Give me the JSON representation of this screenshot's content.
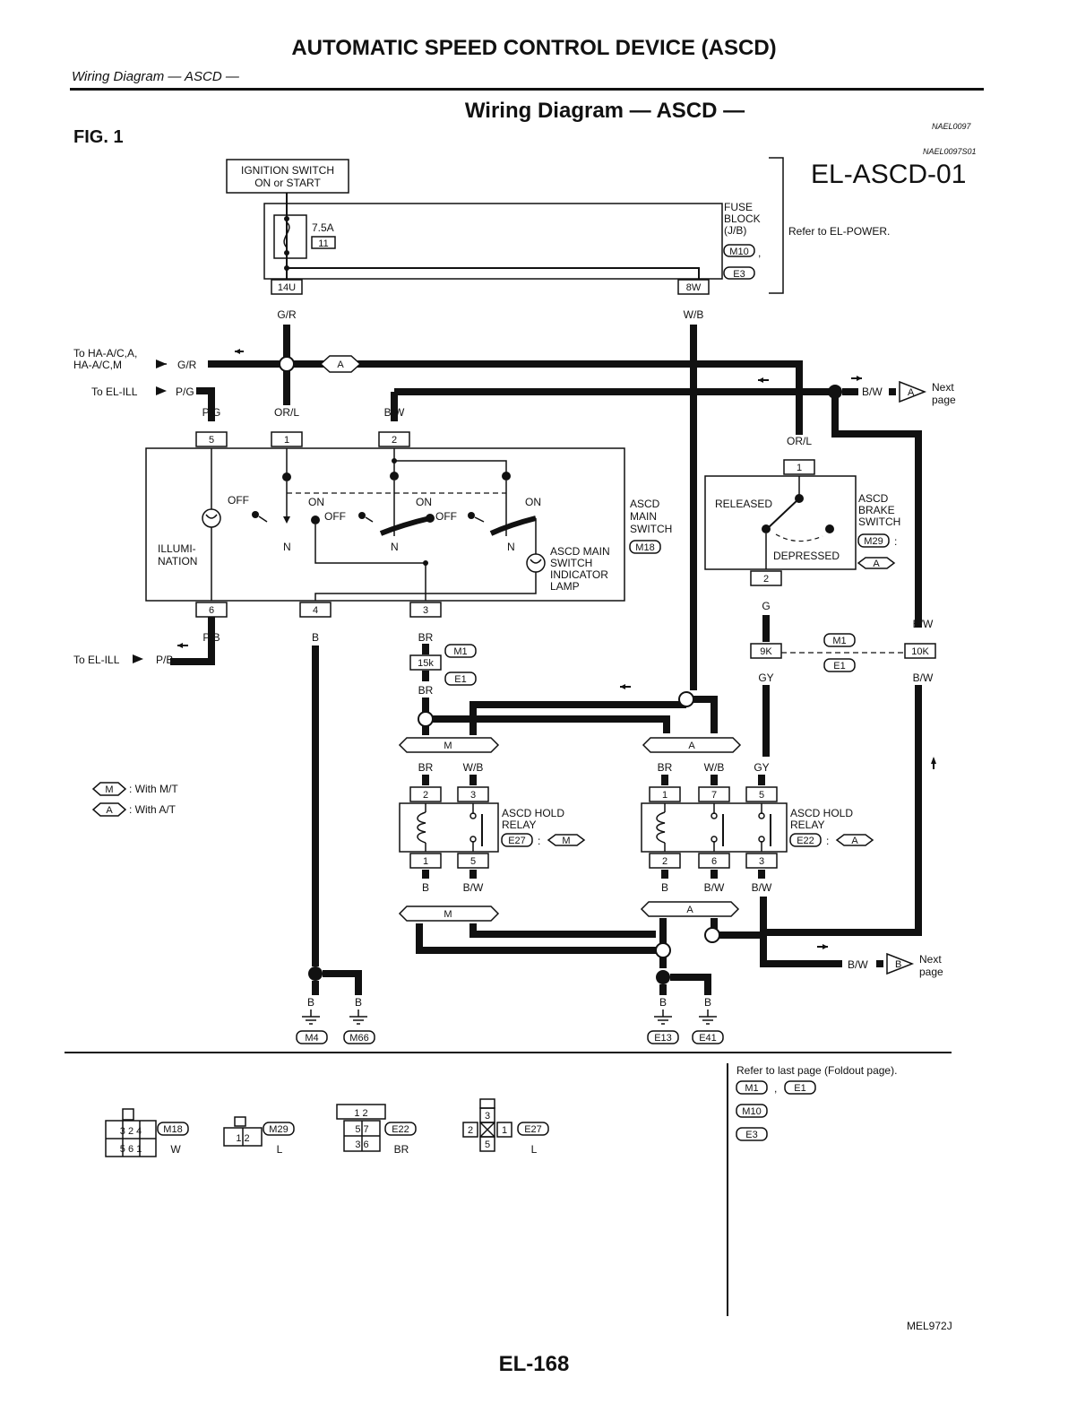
{
  "header": {
    "title": "AUTOMATIC SPEED CONTROL DEVICE (ASCD)",
    "subtitle": "Wiring Diagram — ASCD —",
    "diagram_title": "Wiring Diagram — ASCD —",
    "figure": "FIG. 1",
    "code_1": "NAEL0097",
    "code_2": "NAEL0097S01",
    "diagram_id": "EL-ASCD-01",
    "page_number": "EL-168",
    "image_ref": "MEL972J"
  },
  "ignition": {
    "line1": "IGNITION SWITCH",
    "line2": "ON or START"
  },
  "fuse": {
    "rating": "7.5A",
    "number": "11",
    "block_l1": "FUSE",
    "block_l2": "BLOCK",
    "block_l3": "(J/B)",
    "conn_1": "M10",
    "conn_sep": ",",
    "conn_2": "E3",
    "pin_a": "14U",
    "pin_b": "8W",
    "refer": "Refer to EL-POWER."
  },
  "wires": {
    "gr": "G/R",
    "wb": "W/B",
    "pg": "P/G",
    "orl": "OR/L",
    "bw": "B/W",
    "pb": "P/B",
    "b": "B",
    "br": "BR",
    "g": "G",
    "gy": "GY"
  },
  "destinations": {
    "ha_1": "To HA-A/C,A,",
    "ha_2": "HA-A/C,M",
    "el_ill": "To EL-ILL",
    "next_1": "Next",
    "next_2": "page"
  },
  "main_switch": {
    "label_l1": "ASCD",
    "label_l2": "MAIN",
    "label_l3": "SWITCH",
    "conn": "M18",
    "off": "OFF",
    "on": "ON",
    "n": "N",
    "illum_l1": "ILLUMI-",
    "illum_l2": "NATION",
    "lamp_l1": "ASCD MAIN",
    "lamp_l2": "SWITCH",
    "lamp_l3": "INDICATOR",
    "lamp_l4": "LAMP",
    "pins": [
      "5",
      "1",
      "2",
      "6",
      "4",
      "3"
    ]
  },
  "brake_switch": {
    "label_l1": "ASCD",
    "label_l2": "BRAKE",
    "label_l3": "SWITCH",
    "conn": "M29",
    "colon": ":",
    "variant": "A",
    "released": "RELEASED",
    "depressed": "DEPRESSED",
    "pin_1": "1",
    "pin_2": "2"
  },
  "junctions": {
    "m1": "M1",
    "e1": "E1",
    "pin_15k": "15k",
    "pin_9k": "9K",
    "pin_10k": "10K"
  },
  "relay_m": {
    "label_l1": "ASCD HOLD",
    "label_l2": "RELAY",
    "conn": "E27",
    "colon": ":",
    "variant": "M",
    "pins": [
      "2",
      "3",
      "1",
      "5"
    ]
  },
  "relay_a": {
    "label_l1": "ASCD HOLD",
    "label_l2": "RELAY",
    "conn": "E22",
    "colon": ":",
    "variant": "A",
    "pins": [
      "1",
      "7",
      "5",
      "2",
      "6",
      "3"
    ]
  },
  "variants": {
    "m": "M",
    "a": "A",
    "b": "B",
    "legend_m": ": With M/T",
    "legend_a": ": With A/T"
  },
  "grounds": [
    "M4",
    "M66",
    "E13",
    "E41"
  ],
  "connectors": {
    "m18_pins_top": "3 2 4",
    "m18_pins_bottom": "5 6 1",
    "m18_color": "W",
    "m18": "M18",
    "m29_pins": "1 2",
    "m29_color": "L",
    "m29": "M29",
    "e22_pins_top": "1 2",
    "e22_pins_mid": "5 7",
    "e22_pins_bottom": "3 6",
    "e22_color": "BR",
    "e22": "E22",
    "e27_pin_top": "3",
    "e27_pin_left": "2",
    "e27_pin_right": "1",
    "e27_pin_bottom": "5",
    "e27_color": "L",
    "e27": "E27",
    "refer": "Refer to last page (Foldout page).",
    "ref_1": "M1",
    "ref_sep": ",",
    "ref_2": "E1",
    "ref_3": "M10",
    "ref_4": "E3"
  }
}
